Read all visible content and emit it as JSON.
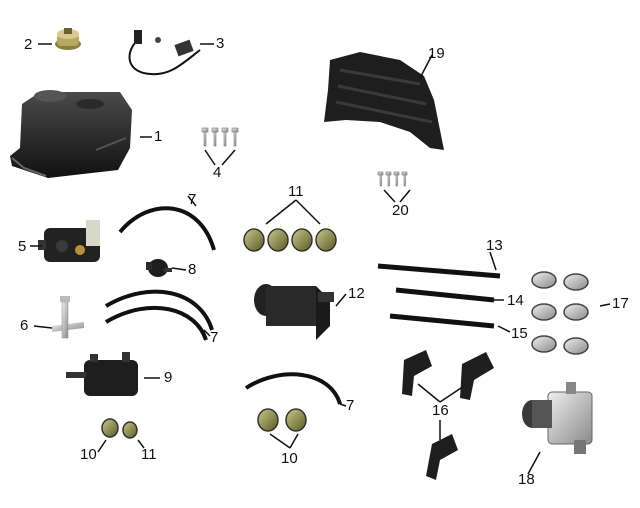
{
  "labels": {
    "p1": "1",
    "p2": "2",
    "p3": "3",
    "p4": "4",
    "p5": "5",
    "p6": "6",
    "p7a": "7",
    "p7b": "7",
    "p7c": "7",
    "p8": "8",
    "p9": "9",
    "p10a": "10",
    "p10b": "10",
    "p11a": "11",
    "p11b": "11",
    "p12": "12",
    "p13": "13",
    "p14": "14",
    "p15": "15",
    "p16": "16",
    "p17": "17",
    "p18": "18",
    "p19": "19",
    "p20": "20"
  },
  "colors": {
    "part_dark": "#1c1c1c",
    "part_mid": "#3a3a3a",
    "clamp": "#7a7a2a",
    "hose": "#111111",
    "line": "#111111"
  }
}
